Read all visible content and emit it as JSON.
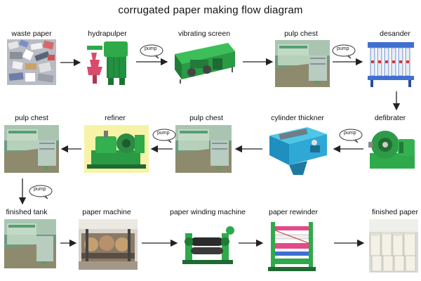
{
  "title": "corrugated paper making flow diagram",
  "pump_label": "pump",
  "stations": {
    "waste_paper": "waste paper",
    "hydrapulper": "hydrapulper",
    "vibrating_screen": "vibrating screen",
    "pulp_chest_1": "pulp chest",
    "desander": "desander",
    "defibrater": "defibrater",
    "cylinder_thickner": "cylinder thickner",
    "pulp_chest_2": "pulp chest",
    "refiner": "refiner",
    "pulp_chest_3": "pulp chest",
    "finished_tank": "finished tank",
    "paper_machine": "paper machine",
    "paper_winding_machine": "paper winding machine",
    "paper_rewinder": "paper rewinder",
    "finished_paper": "finished paper"
  },
  "colors": {
    "machine_green": "#2eaa4a",
    "chest_tint": "#8fb8a0",
    "arrow": "#222222"
  }
}
